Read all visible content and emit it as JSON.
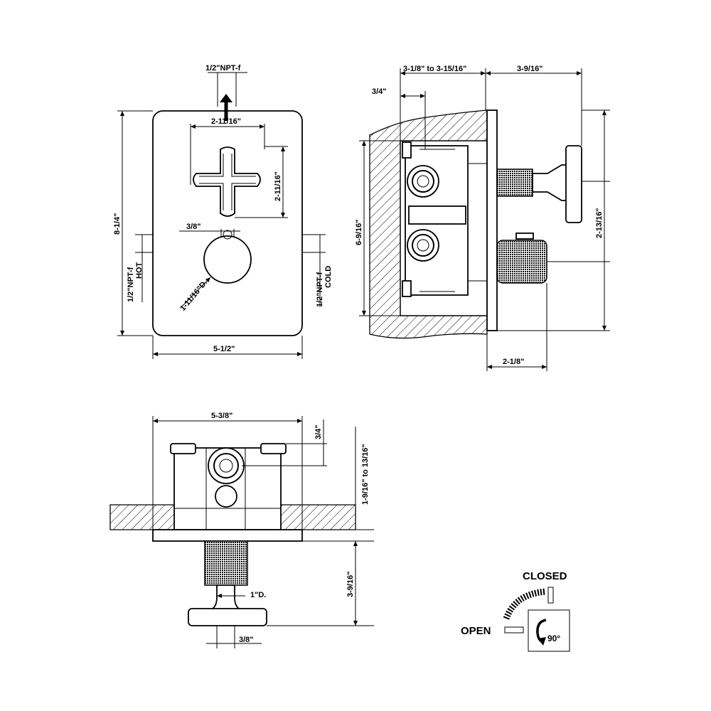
{
  "front_view": {
    "outlet": "1/2\"NPT-f",
    "handle_width": "2-11/16\"",
    "handle_height": "2-11/16\"",
    "plate_height": "8-1/4\"",
    "plate_width": "5-1/2\"",
    "knob_offset": "3/8\"",
    "knob_diameter": "1-11/16\"D.",
    "hot_inlet": "1/2\"NPT-f",
    "hot_label": "HOT",
    "cold_inlet": "1/2\"NPT-f",
    "cold_label": "COLD"
  },
  "side_view": {
    "depth_range": "3-1/8\"  to  3-15/16\"",
    "projection": "3-9/16\"",
    "inset": "3/4\"",
    "body_height": "6-9/16\"",
    "handle_spacing": "2-13/16\"",
    "knob_depth": "2-1/8\""
  },
  "top_view": {
    "body_width": "5-3/8\"",
    "inset": "3/4\"",
    "depth_range": "1-9/16\"  to  13/16\"",
    "projection": "3-9/16\"",
    "stem_diameter": "1\"D.",
    "handle_offset": "3/8\""
  },
  "rotation": {
    "closed_label": "CLOSED",
    "open_label": "OPEN",
    "angle_label": "90°"
  }
}
